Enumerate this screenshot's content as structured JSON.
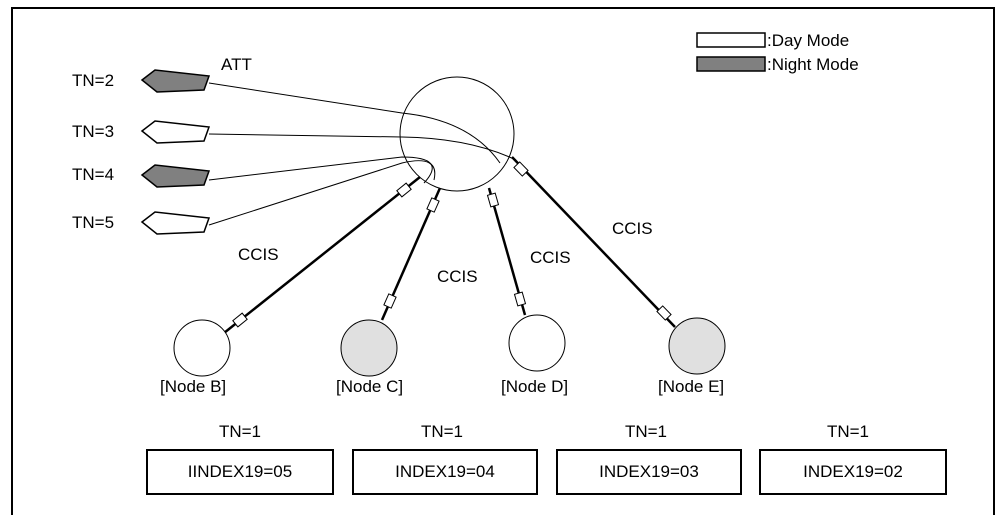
{
  "legend": {
    "day_label": ":Day Mode",
    "night_label": ":Night Mode",
    "day_color": "#ffffff",
    "night_color": "#808080"
  },
  "att_label": "ATT",
  "tenants": [
    {
      "label": "TN=2",
      "mode": "night"
    },
    {
      "label": "TN=3",
      "mode": "day"
    },
    {
      "label": "TN=4",
      "mode": "night"
    },
    {
      "label": "TN=5",
      "mode": "day"
    }
  ],
  "ccis_label": "CCIS",
  "nodes": [
    {
      "name": "[Node B]",
      "tn": "TN=1",
      "index": "IINDEX19=05",
      "fill": "#ffffff"
    },
    {
      "name": "[Node C]",
      "tn": "TN=1",
      "index": "INDEX19=04",
      "fill": "#e0e0e0"
    },
    {
      "name": "[Node D]",
      "tn": "TN=1",
      "index": "INDEX19=03",
      "fill": "#ffffff"
    },
    {
      "name": "[Node E]",
      "tn": "TN=1",
      "index": "INDEX19=02",
      "fill": "#e0e0e0"
    }
  ]
}
